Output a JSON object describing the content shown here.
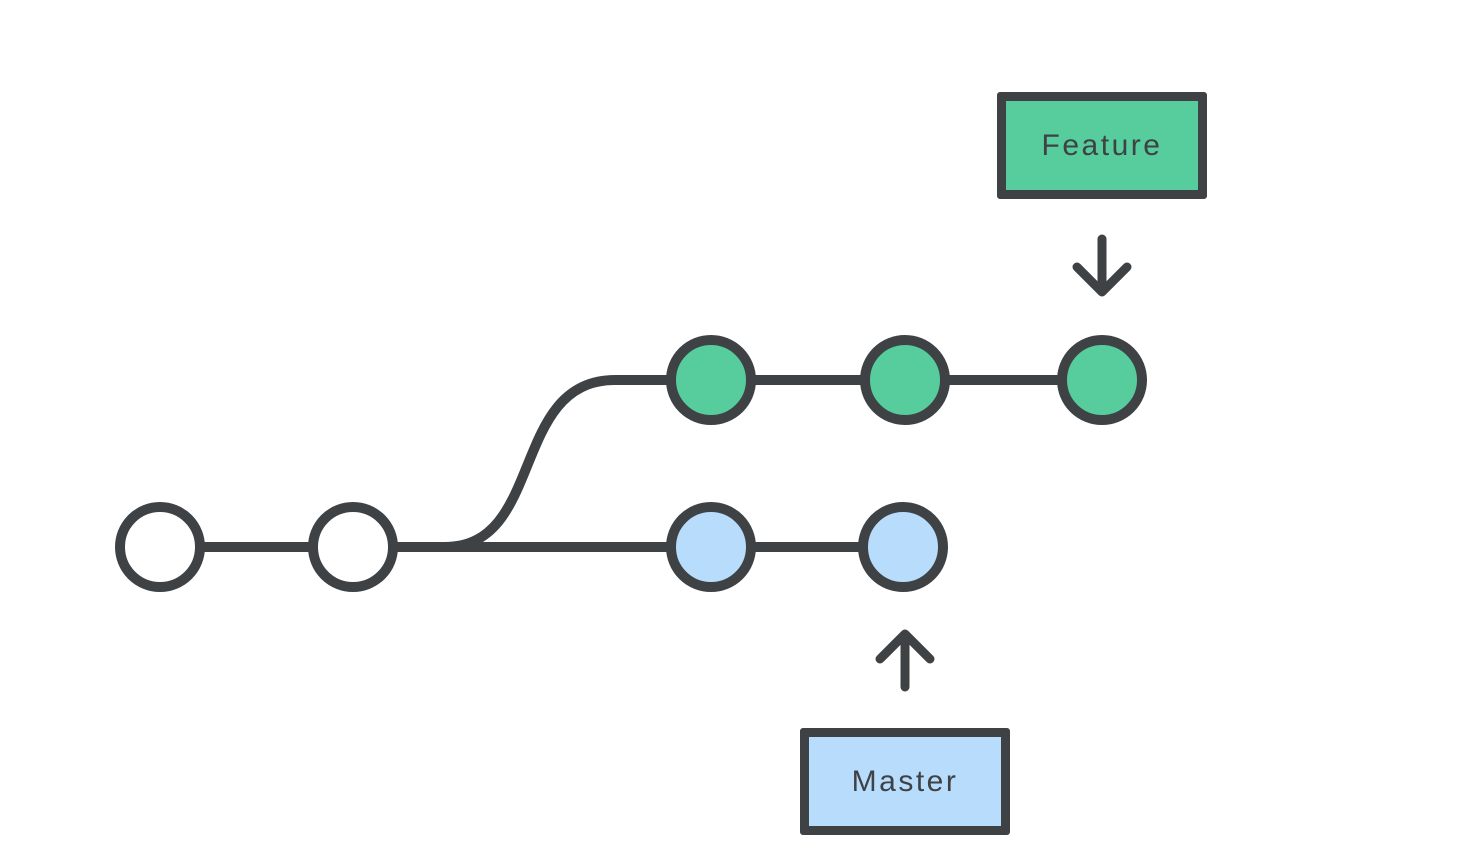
{
  "colors": {
    "background": "#ffffff",
    "line": "#3f4245",
    "text": "#3f4245",
    "green": "#57cc9c",
    "blue": "#b8dcfb",
    "white": "#ffffff"
  },
  "diagram": {
    "type": "git-branch-graph",
    "feature_branch": {
      "label": "Feature",
      "box_color": "green",
      "commit_colors": [
        "green",
        "green",
        "green"
      ],
      "pointer": "down-arrow"
    },
    "master_branch": {
      "label": "Master",
      "box_color": "blue",
      "commit_colors": [
        "white",
        "white",
        "blue",
        "blue"
      ],
      "pointer": "up-arrow"
    }
  }
}
